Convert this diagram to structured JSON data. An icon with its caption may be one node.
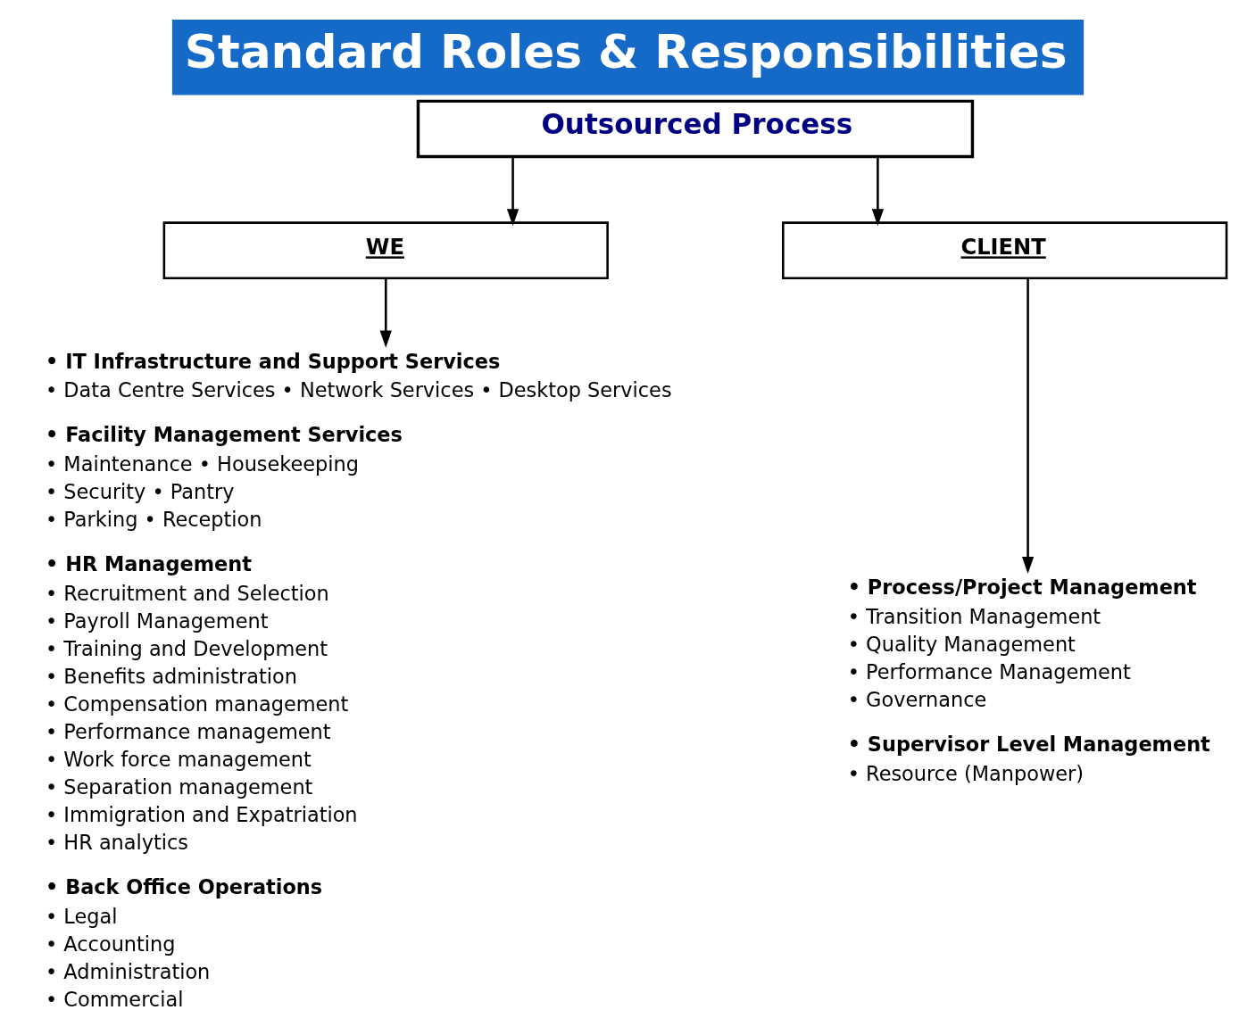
{
  "diagram": {
    "title": "Standard Roles & Responsibilities",
    "nodes": [
      {
        "text": [
          "Outsourced Process"
        ]
      },
      {
        "text": [
          "WE"
        ]
      },
      {
        "text": [
          "CLIENT"
        ]
      },
      {
        "text": [
          "• IT Infrastructure and Support Services",
          "• Data Centre Services • Network Services • Desktop Services",
          "• Facility Management Services",
          "• Maintenance • Housekeeping",
          "• Security • Pantry",
          "• Parking • Reception",
          "• HR Management",
          "• Recruitment and Selection",
          "• Payroll Management",
          "• Training and Development",
          "• Benefits administration",
          "• Compensation management",
          "• Performance management",
          "• Work force management",
          "• Separation management",
          "• Immigration and Expatriation",
          "• HR analytics",
          "• Back Office Operations",
          "• Legal",
          "• Accounting",
          "• Administration",
          "• Commercial"
        ]
      },
      {
        "text": [
          "• Process/Project Management",
          "• Transition Management",
          "• Quality Management",
          "• Performance Management",
          "• Governance",
          "• Supervisor Level Management",
          "• Resource (Manpower)"
        ]
      }
    ],
    "edges": [
      {
        "from": 0,
        "to": 1,
        "arrow": "to"
      },
      {
        "from": 0,
        "to": 2,
        "arrow": "to"
      },
      {
        "from": 1,
        "to": 3,
        "arrow": "to"
      },
      {
        "from": 2,
        "to": 4,
        "arrow": "to"
      }
    ]
  }
}
